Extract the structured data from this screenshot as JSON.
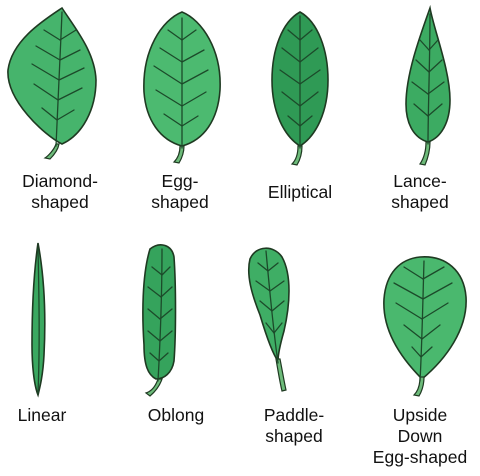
{
  "figure": {
    "leaves": [
      {
        "label_lines": [
          "Diamond-",
          "shaped"
        ],
        "shape": "diamond",
        "color": "#46b46c"
      },
      {
        "label_lines": [
          "Egg-",
          "shaped"
        ],
        "shape": "egg",
        "color": "#4cba70"
      },
      {
        "label_lines": [
          "Elliptical"
        ],
        "shape": "elliptical",
        "color": "#2f9a55"
      },
      {
        "label_lines": [
          "Lance-",
          "shaped"
        ],
        "shape": "lance",
        "color": "#3cab62"
      },
      {
        "label_lines": [
          "Linear"
        ],
        "shape": "linear",
        "color": "#3aa860"
      },
      {
        "label_lines": [
          "Oblong"
        ],
        "shape": "oblong",
        "color": "#35a35c"
      },
      {
        "label_lines": [
          "Paddle-",
          "shaped"
        ],
        "shape": "paddle",
        "color": "#3fae65"
      },
      {
        "label_lines": [
          "Upside",
          "Down",
          "Egg-shaped"
        ],
        "shape": "upside-down-egg",
        "color": "#4ab86e"
      }
    ],
    "outline_color": "#1f3a22",
    "vein_color": "#1c4a2a",
    "stem_color": "#6dbb7a"
  }
}
